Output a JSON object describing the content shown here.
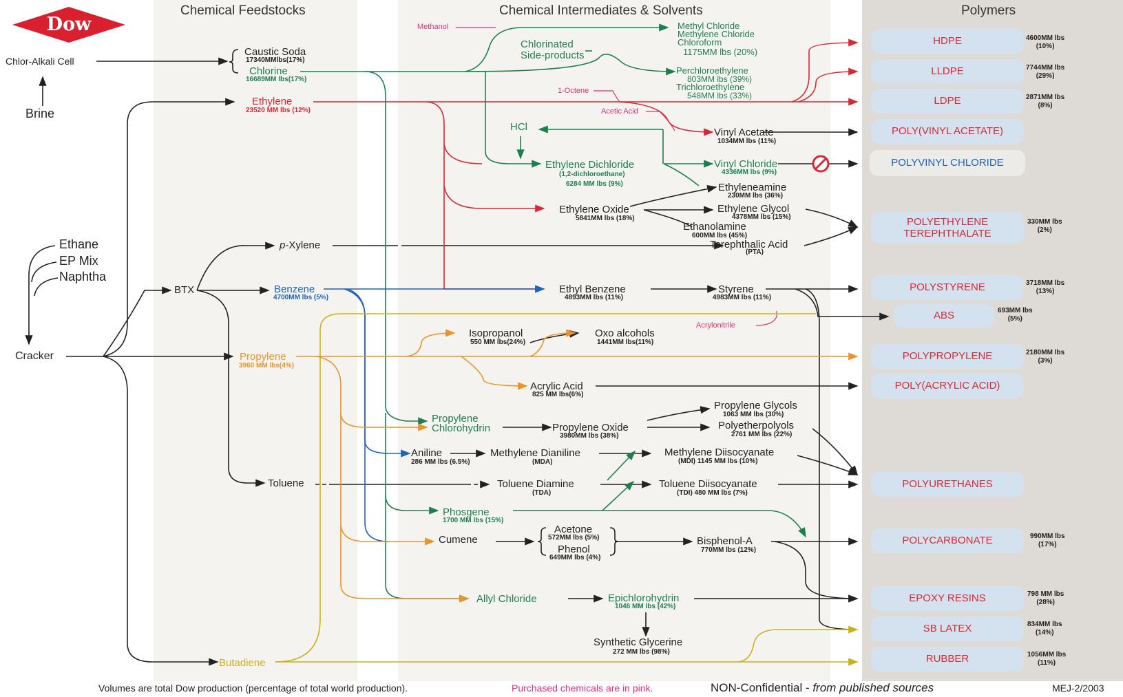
{
  "logo": {
    "text": "Dow",
    "color": "#d8202e"
  },
  "sections": {
    "feedstocks": "Chemical Feedstocks",
    "intermediates": "Chemical Intermediates & Solvents",
    "polymers": "Polymers"
  },
  "colors": {
    "black": "#222222",
    "green": "#1e7f4e",
    "red": "#d42a35",
    "blue": "#1e63b4",
    "orange": "#e8942a",
    "yellow": "#c7b21c",
    "pink": "#d6337a",
    "polymer_box": "#d4e1ee"
  },
  "sources": {
    "chlor_alkali": "Chlor-Alkali Cell",
    "brine": "Brine",
    "ethane": "Ethane",
    "ep_mix": "EP Mix",
    "naphtha": "Naphtha",
    "cracker": "Cracker",
    "btx": "BTX"
  },
  "feedstocks": {
    "caustic_soda": {
      "name": "Caustic Soda",
      "volume": "17340MMlbs(17%)"
    },
    "chlorine": {
      "name": "Chlorine",
      "volume": "16689MM lbs(17%)"
    },
    "ethylene": {
      "name": "Ethylene",
      "volume": "23520 MM lbs (12%)"
    },
    "p_xylene": {
      "prefix": "p",
      "name": "-Xylene"
    },
    "benzene": {
      "name": "Benzene",
      "volume": "4700MM lbs (5%)"
    },
    "propylene": {
      "name": "Propylene",
      "volume": "3960 MM lbs(4%)"
    },
    "toluene": {
      "name": "Toluene"
    },
    "butadiene": {
      "name": "Butadiene"
    }
  },
  "purchased": {
    "methanol": "Methanol",
    "octene": "1-Octene",
    "acetic_acid": "Acetic Acid",
    "acrylonitrile": "Acrylonitrile"
  },
  "intermediates": {
    "chlorinated_side": {
      "l1": "Chlorinated",
      "l2": "Side-products"
    },
    "methyl_group": {
      "l1": "Methyl Chloride",
      "l2": "Methylene Chloride",
      "l3": "Chloroform",
      "volume": "1175MM lbs (20%)"
    },
    "perchloro": {
      "l1": "Perchloroethylene",
      "v1": "803MM lbs (39%)",
      "l2": "Trichloroethylene",
      "v2": "548MM lbs (33%)"
    },
    "hcl": "HCl",
    "vinyl_acetate": {
      "name": "Vinyl Acetate",
      "volume": "1034MM lbs (11%)"
    },
    "edc": {
      "name": "Ethylene Dichloride",
      "alt": "(1,2-dichloroethane)",
      "volume": "6284 MM lbs (9%)"
    },
    "vinyl_chloride": {
      "name": "Vinyl Chloride",
      "volume": "4336MM lbs (9%)"
    },
    "ethyleneamine": {
      "name": "Ethyleneamine",
      "volume": "230MM lbs (36%)"
    },
    "ethylene_oxide": {
      "name": "Ethylene Oxide",
      "volume": "5841MM lbs (18%)"
    },
    "ethylene_glycol": {
      "name": "Ethylene Glycol",
      "volume": "4378MM lbs (15%)"
    },
    "ethanolamine": {
      "name": "Ethanolamine",
      "volume": "600MM lbs (45%)"
    },
    "terephthalic": {
      "name": "Terephthalic Acid",
      "alt": "(PTA)"
    },
    "ethyl_benzene": {
      "name": "Ethyl Benzene",
      "volume": "4893MM lbs (11%)"
    },
    "styrene": {
      "name": "Styrene",
      "volume": "4983MM lbs (11%)"
    },
    "isopropanol": {
      "name": "Isopropanol",
      "volume": "550 MM lbs(24%)"
    },
    "oxo_alcohols": {
      "name": "Oxo alcohols",
      "volume": "1441MM lbs(11%)"
    },
    "acrylic_acid": {
      "name": "Acrylic Acid",
      "volume": "825 MM lbs(6%)"
    },
    "propylene_chlorohydrin": {
      "l1": "Propylene",
      "l2": "Chlorohydrin"
    },
    "propylene_oxide": {
      "name": "Propylene Oxide",
      "volume": "3980MM lbs (38%)"
    },
    "propylene_glycols": {
      "name": "Propylene Glycols",
      "volume": "1063 MM lbs (30%)"
    },
    "polyetherpolyols": {
      "name": "Polyetherpolyols",
      "volume": "2761 MM lbs (22%)"
    },
    "aniline": {
      "name": "Aniline",
      "volume": "286 MM lbs (6.5%)"
    },
    "mda": {
      "name": "Methylene Dianiline",
      "alt": "(MDA)"
    },
    "mdi": {
      "name": "Methylene Diisocyanate",
      "alt": "(MDI)  1145 MM lbs (10%)"
    },
    "tda": {
      "name": "Toluene Diamine",
      "alt": "(TDA)"
    },
    "tdi": {
      "name": "Toluene Diisocyanate",
      "alt": "(TDI)  480 MM lbs (7%)"
    },
    "phosgene": {
      "name": "Phosgene",
      "volume": "1700 MM lbs (15%)"
    },
    "cumene": {
      "name": "Cumene"
    },
    "acetone": {
      "name": "Acetone",
      "volume": "572MM lbs (5%)"
    },
    "phenol": {
      "name": "Phenol",
      "volume": "649MM lbs (4%)"
    },
    "bisphenol": {
      "name": "Bisphenol-A",
      "volume": "770MM lbs (12%)"
    },
    "allyl_chloride": {
      "name": "Allyl Chloride"
    },
    "epichlorohydrin": {
      "name": "Epichlorohydrin",
      "volume": "1046 MM lbs (42%)"
    },
    "glycerine": {
      "name": "Synthetic Glycerine",
      "volume": "272 MM lbs (98%)"
    }
  },
  "polymers": [
    {
      "name": "HDPE",
      "v1": "4600MM lbs",
      "v2": "(10%)"
    },
    {
      "name": "LLDPE",
      "v1": "7744MM lbs",
      "v2": "(29%)"
    },
    {
      "name": "LDPE",
      "v1": "2871MM lbs",
      "v2": "(8%)"
    },
    {
      "name": "POLY(VINYL ACETATE)",
      "v1": "",
      "v2": ""
    },
    {
      "name": "POLYVINYL CHLORIDE",
      "v1": "",
      "v2": ""
    },
    {
      "name": "POLYETHYLENE\nTEREPHTHALATE",
      "v1": "330MM lbs",
      "v2": "(2%)"
    },
    {
      "name": "POLYSTYRENE",
      "v1": "3718MM lbs",
      "v2": "(13%)"
    },
    {
      "name": "ABS",
      "v1": "693MM lbs",
      "v2": "(5%)"
    },
    {
      "name": "POLYPROPYLENE",
      "v1": "2180MM lbs",
      "v2": "(3%)"
    },
    {
      "name": "POLY(ACRYLIC ACID)",
      "v1": "",
      "v2": ""
    },
    {
      "name": "POLYURETHANES",
      "v1": "",
      "v2": ""
    },
    {
      "name": "POLYCARBONATE",
      "v1": "990MM lbs",
      "v2": "(17%)"
    },
    {
      "name": "EPOXY RESINS",
      "v1": "798 MM lbs",
      "v2": "(28%)"
    },
    {
      "name": "SB LATEX",
      "v1": "834MM lbs",
      "v2": "(14%)"
    },
    {
      "name": "RUBBER",
      "v1": "1056MM lbs",
      "v2": "(11%)"
    }
  ],
  "footer": {
    "volumes_note": "Volumes are total Dow production (percentage of total world production).",
    "purchased_note": "Purchased chemicals are in pink.",
    "confidential": "NON-Confidential - ",
    "sources": "from published sources",
    "code": "MEJ-2/2003"
  }
}
